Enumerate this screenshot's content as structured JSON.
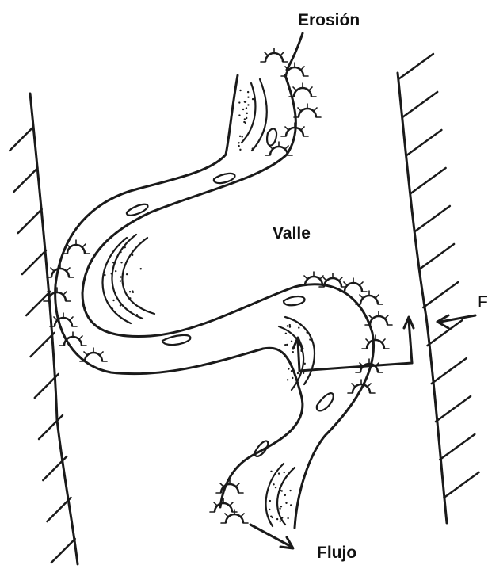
{
  "labels": {
    "erosion": "Erosión",
    "valley": "Valle",
    "flow": "Flujo",
    "edge_cut": "F"
  },
  "colors": {
    "ink": "#1a1a1a",
    "background": "#ffffff"
  }
}
